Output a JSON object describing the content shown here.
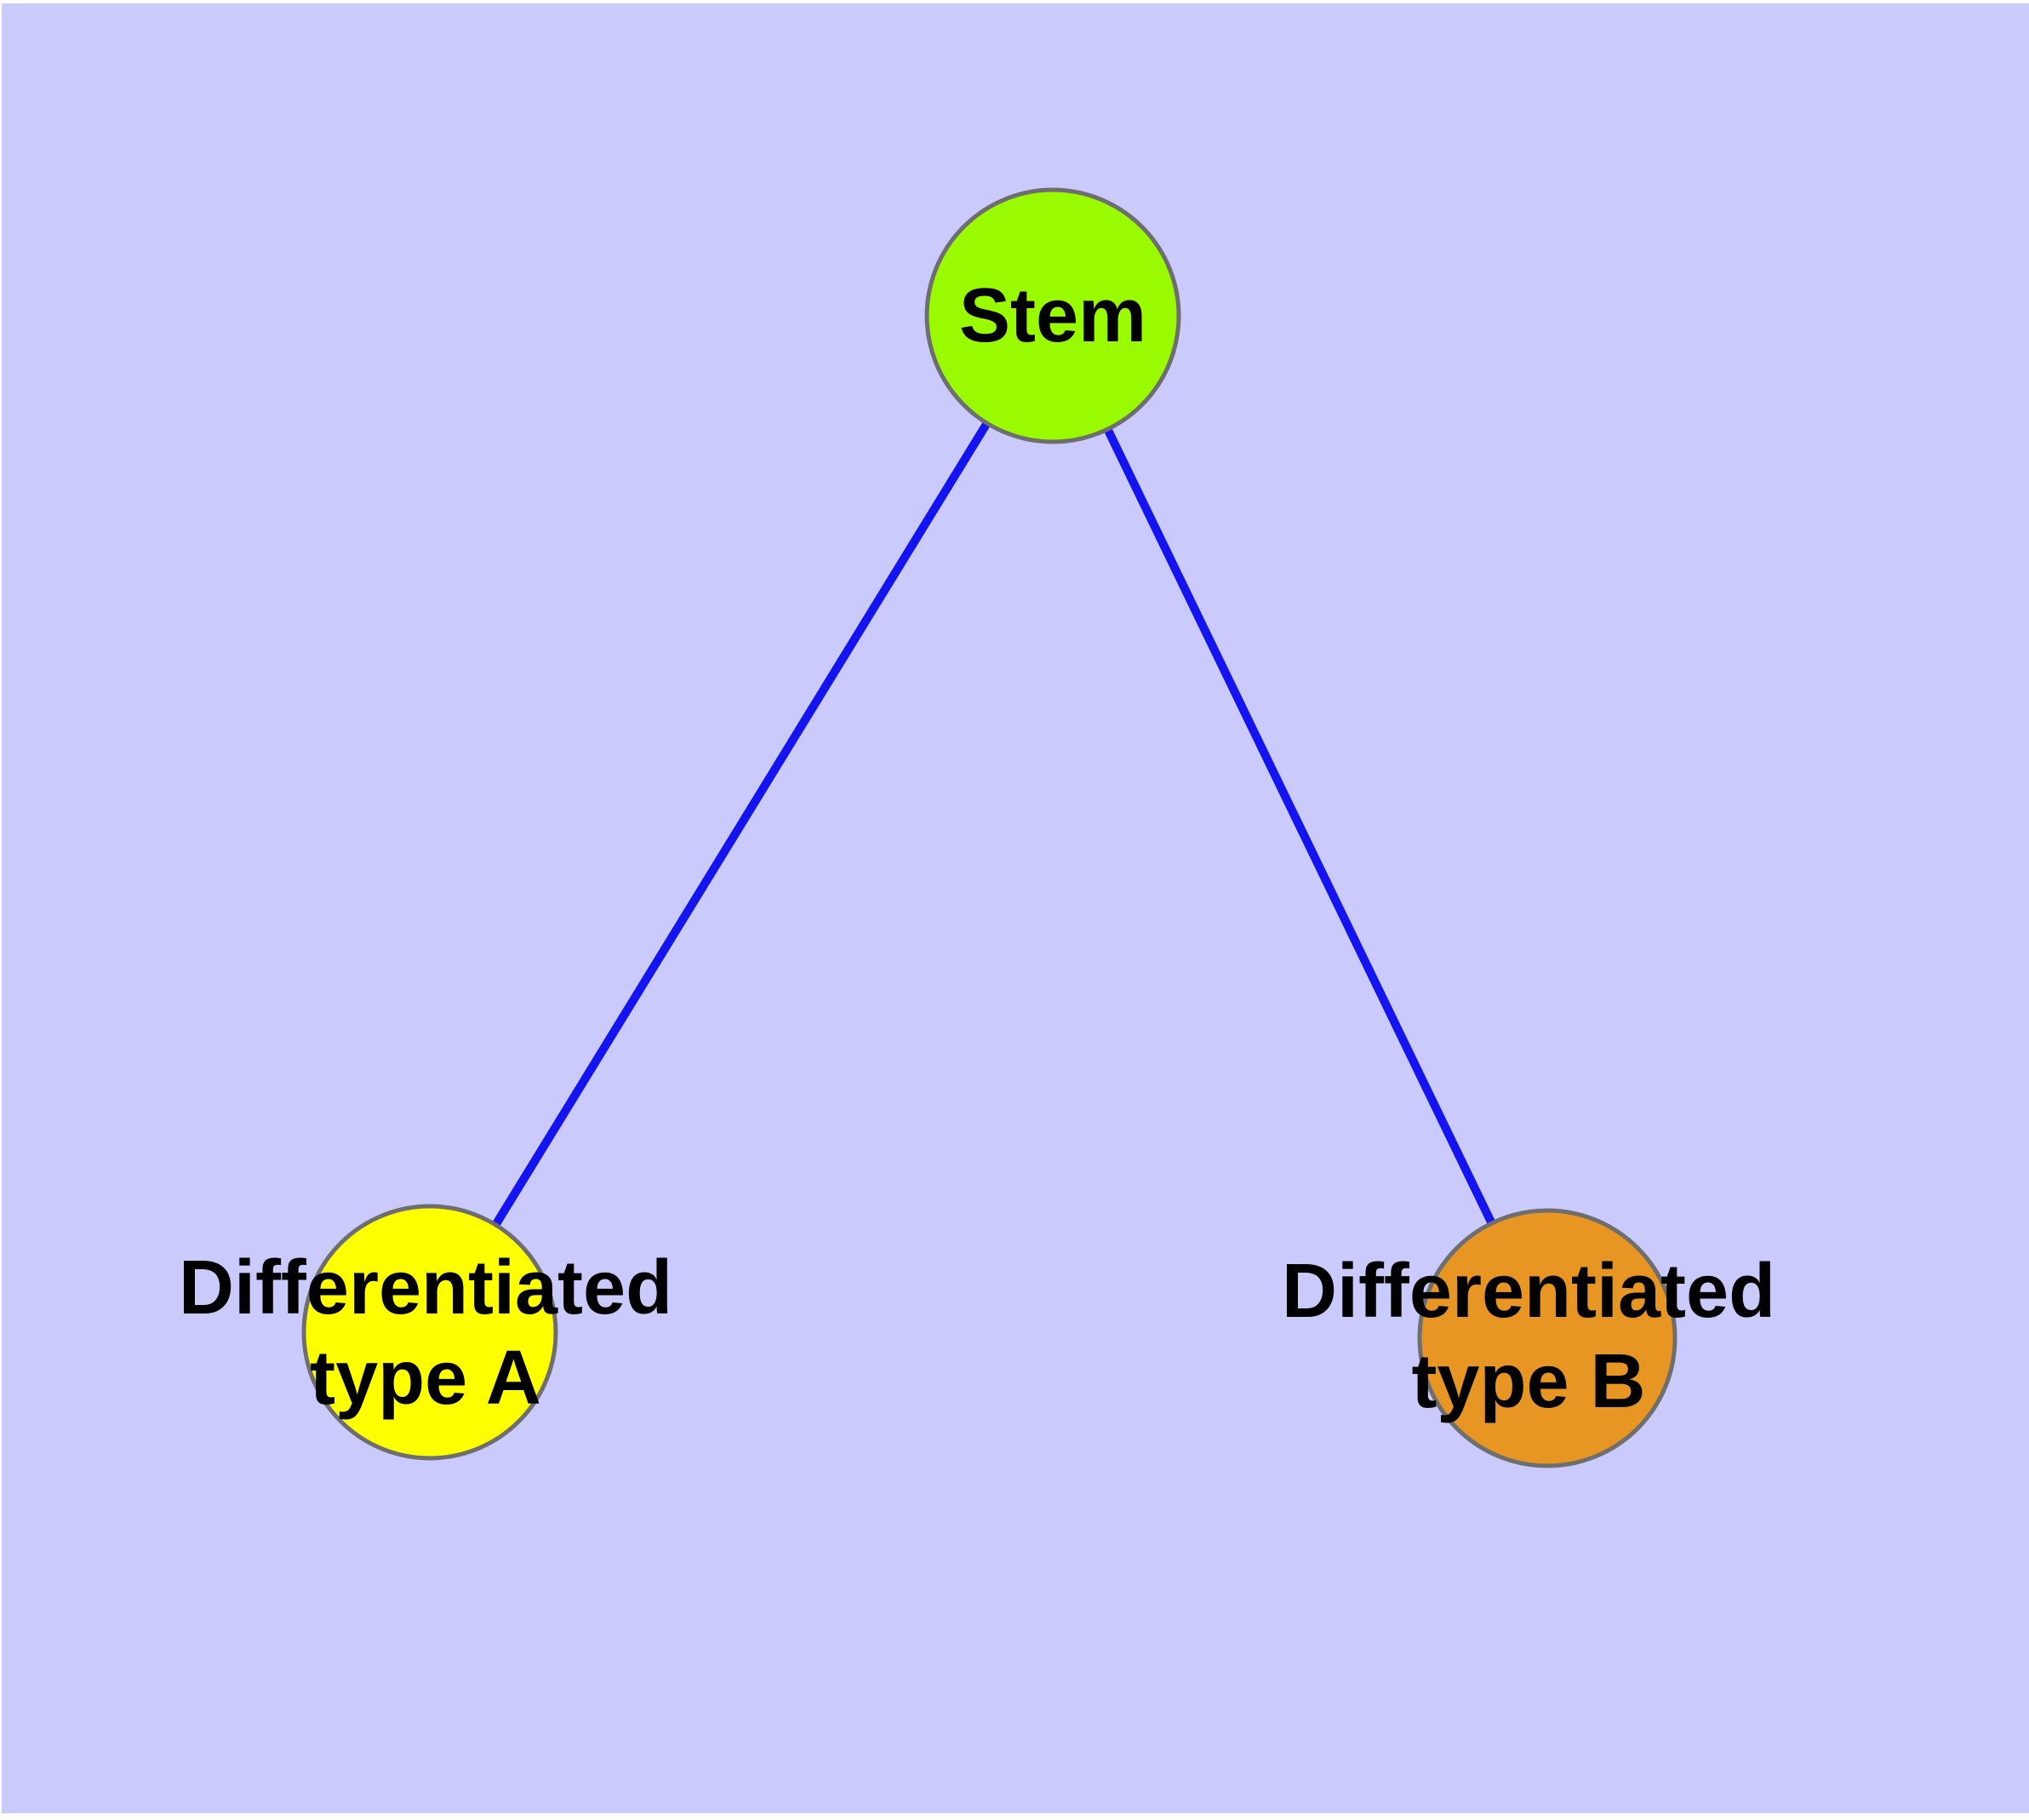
{
  "diagram": {
    "kind": "node-link-graph",
    "description": "Stem cell differentiation graph: Stem node linked to two differentiated cell type nodes"
  },
  "colors": {
    "background": "#CACAFC",
    "page_margin": "#FFFFFF",
    "edge": "#1414F0",
    "node_border": "#6E6E6E",
    "text": "#000000"
  },
  "nodes": [
    {
      "id": "stem",
      "label": "Stem",
      "fill": "#9AFA00"
    },
    {
      "id": "differentiated-type-a",
      "label": "Differentiated type A",
      "label_lines": [
        "Differentiated",
        "type A"
      ],
      "fill": "#FFFF00"
    },
    {
      "id": "differentiated-type-b",
      "label": "Differentiated type B",
      "label_lines": [
        "Differentiated",
        "type B"
      ],
      "fill": "#E89623"
    }
  ],
  "edges": [
    {
      "from": "Stem",
      "to": "Differentiated type A"
    },
    {
      "from": "Stem",
      "to": "Differentiated type B"
    }
  ]
}
